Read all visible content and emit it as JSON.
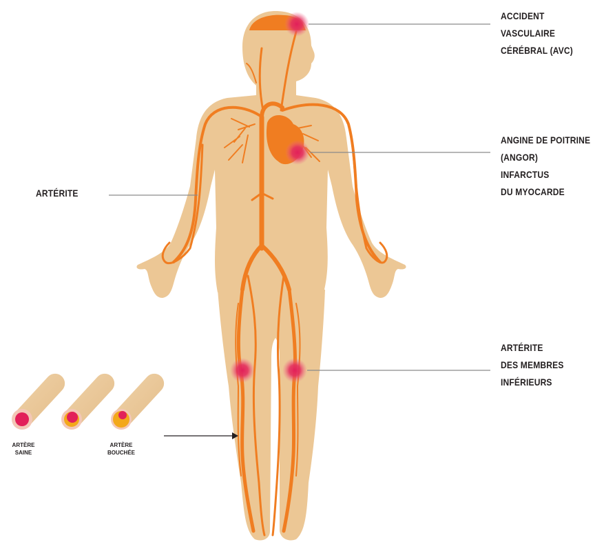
{
  "labels": {
    "avc": [
      "ACCIDENT",
      "VASCULAIRE",
      "CÉRÉBRAL (AVC)"
    ],
    "angine": [
      "ANGINE DE POITRINE",
      "(ANGOR)",
      "INFARCTUS",
      "DU MYOCARDE"
    ],
    "arterite": [
      "ARTÉRITE"
    ],
    "membres": [
      "ARTÉRITE",
      "DES MEMBRES",
      "INFÉRIEURS"
    ]
  },
  "artery_legend": {
    "saine": [
      "ARTÈRE",
      "SAINE"
    ],
    "bouchee": [
      "ARTÈRE",
      "BOUCHÉE"
    ]
  },
  "colors": {
    "skin": "#ecc795",
    "artery": "#f07d21",
    "hotspot": "#e2205a",
    "plaque": "#f3a81b",
    "text": "#231f20",
    "line": "#8a8a8a"
  }
}
